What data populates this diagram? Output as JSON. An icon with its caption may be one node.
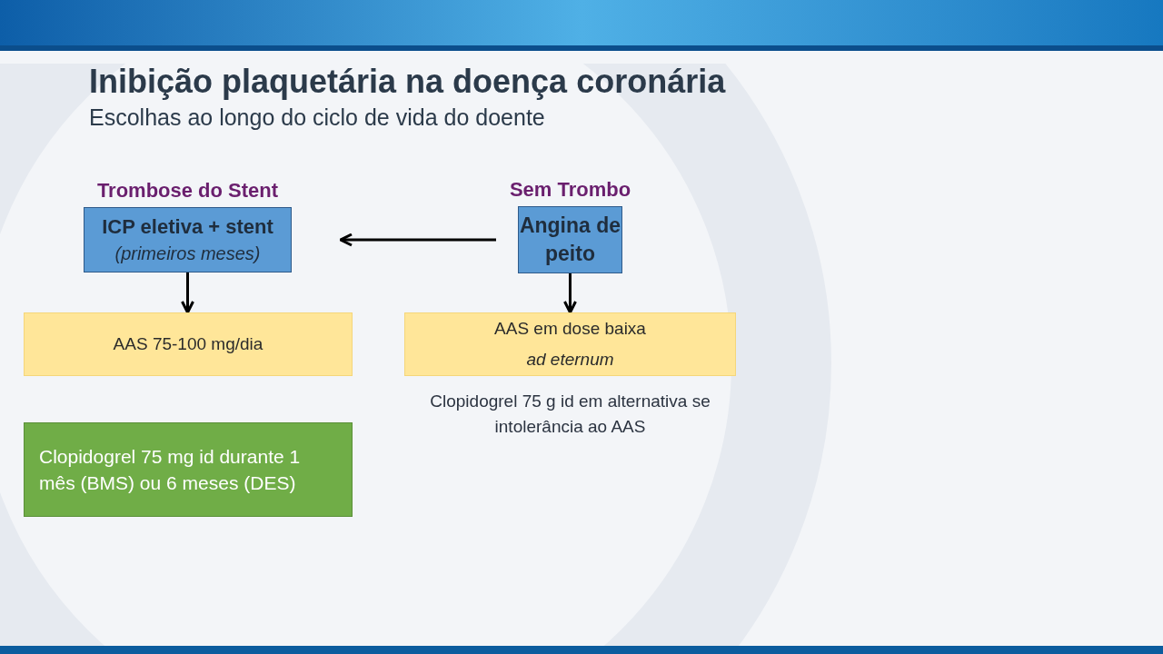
{
  "diagram": {
    "title": "Inibição plaquetária na doença coronária",
    "caption": "Escolhas ao longo do ciclo de vida do doente",
    "nodes": [
      {
        "text": [
          "Trombose do Stent",
          "ICP eletiva + stent",
          "(primeiros meses)"
        ]
      },
      {
        "text": [
          "Sem Trombo",
          "Angina de peito"
        ]
      },
      {
        "text": [
          "AAS 75-100 mg/dia"
        ]
      },
      {
        "text": [
          "AAS em dose baixa",
          "ad eternum"
        ],
        "beside": [
          "Clopidogrel 75 g id em alternativa se intolerância ao AAS"
        ]
      },
      {
        "text": [
          "Clopidogrel 75 mg id durante 1 mês (BMS) ou 6 meses (DES)"
        ]
      }
    ],
    "edges": [
      {
        "from": 1,
        "to": 0,
        "arrow": "to"
      },
      {
        "from": 0,
        "to": 2,
        "arrow": "to"
      },
      {
        "from": 1,
        "to": 3,
        "arrow": "to"
      }
    ]
  }
}
